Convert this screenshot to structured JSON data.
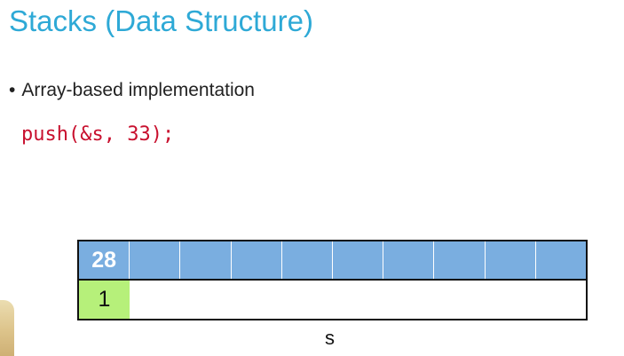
{
  "slide": {
    "title": "Stacks (Data Structure)",
    "bullet": "Array-based implementation",
    "bullet_marker": "•",
    "code": "push(&s, 33);"
  },
  "stack": {
    "label": "s",
    "array": [
      "28",
      "",
      "",
      "",
      "",
      "",
      "",
      "",
      "",
      ""
    ],
    "top": "1"
  },
  "colors": {
    "title": "#2ea9d6",
    "code": "#c8102e",
    "array_fill": "#7aaee0",
    "top_fill": "#b6f07a"
  }
}
